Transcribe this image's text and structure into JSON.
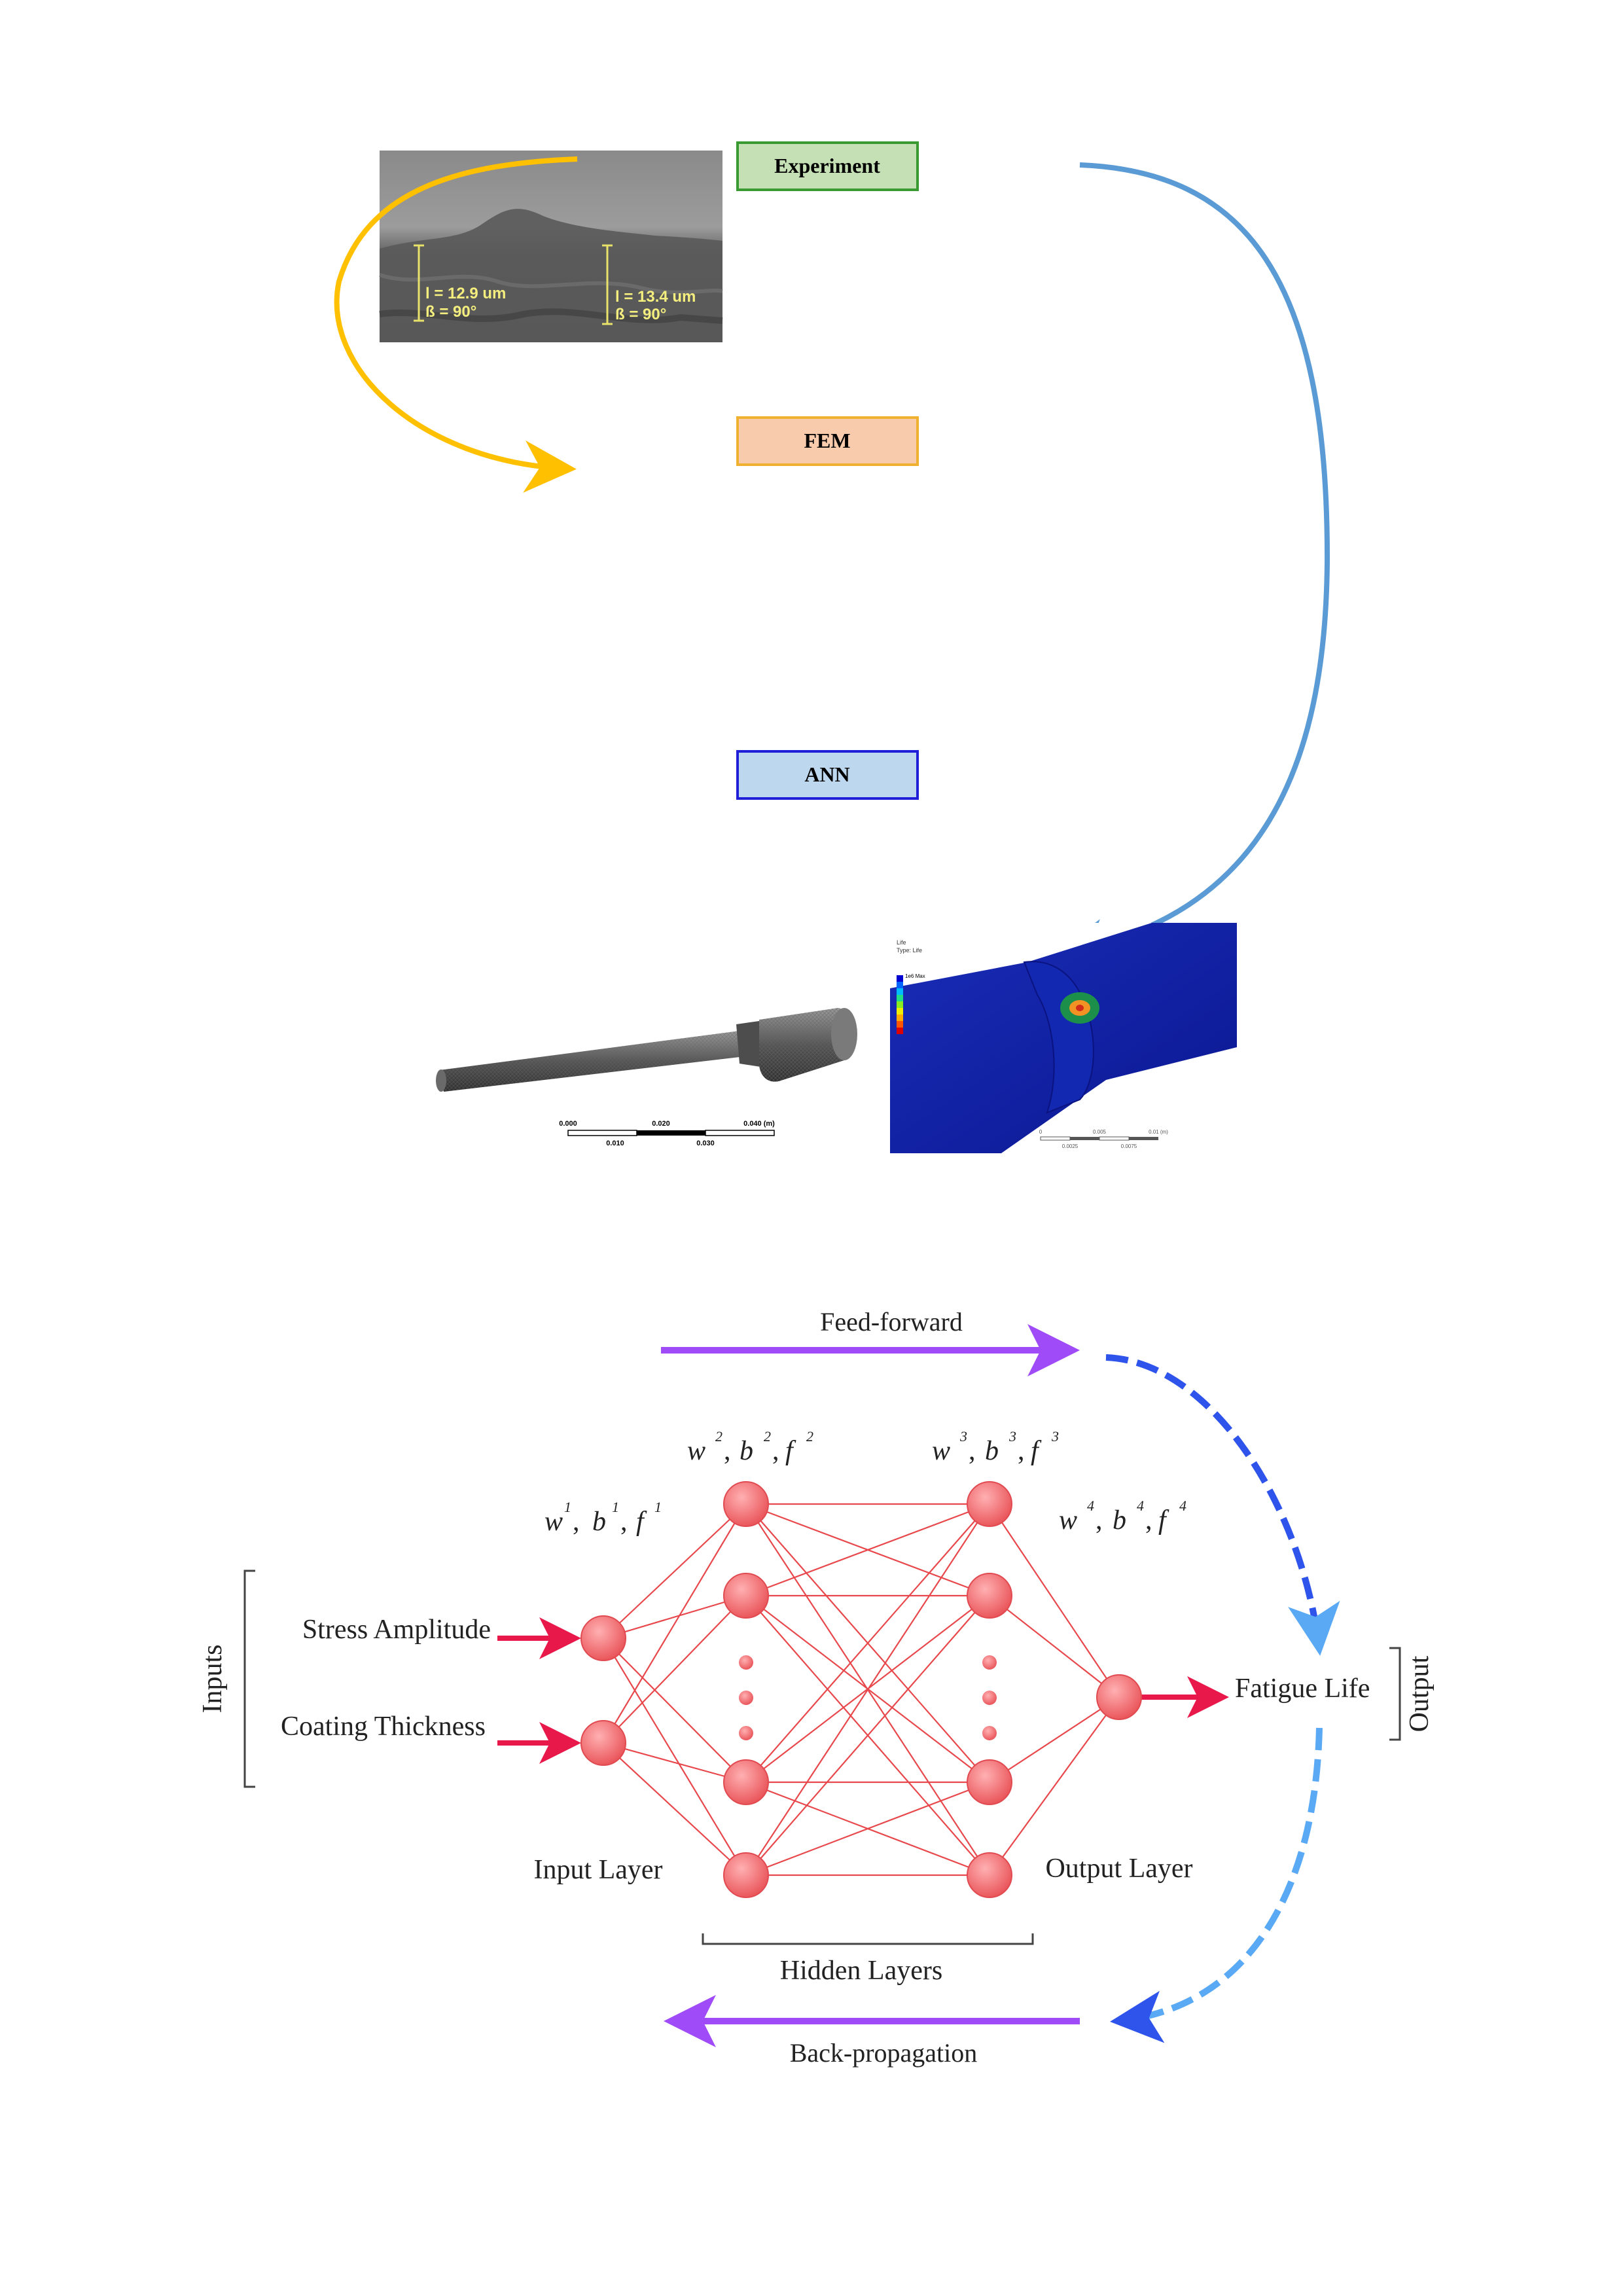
{
  "top_diagram": {
    "boxes": [
      {
        "label": "Experiment",
        "fill": "#c5e0b4",
        "stroke": "#3a9a32"
      },
      {
        "label": "FEM",
        "fill": "#f8cbad",
        "stroke": "#f0b030"
      },
      {
        "label": "ANN",
        "fill": "#bdd7ee",
        "stroke": "#1f1fd8"
      }
    ],
    "sem_image": {
      "label_left_1": "l = 12.9 um",
      "label_left_2": "ß = 90°",
      "label_right_1": "l = 13.4 um",
      "label_right_2": "ß = 90°"
    },
    "mesh_scale": {
      "top_ticks": [
        "0.000",
        "0.020",
        "0.040 (m)"
      ],
      "bottom_ticks": [
        "0.010",
        "0.030"
      ]
    },
    "life_plot": {
      "legend_title_1": "Life",
      "legend_title_2": "Type: Life",
      "legend_max": "1e6 Max",
      "scale_top": [
        "0",
        "0.005",
        "0.01 (m)"
      ],
      "scale_bottom": [
        "0.0025",
        "0.0075"
      ]
    },
    "colors": {
      "yellow_arrow": "#ffc000",
      "blue_arrow": "#5b9bd5"
    }
  },
  "ann_diagram": {
    "feed_forward": "Feed-forward",
    "back_propagation": "Back-propagation",
    "inputs_label": "Inputs",
    "output_label": "Output",
    "input_names": [
      "Stress Amplitude",
      "Coating Thickness"
    ],
    "output_name": "Fatigue Life",
    "input_layer": "Input Layer",
    "output_layer": "Output Layer",
    "hidden_layers": "Hidden Layers",
    "weights": [
      {
        "w": "w",
        "b": "b",
        "f": "f",
        "sup": "1"
      },
      {
        "w": "w",
        "b": "b",
        "f": "f",
        "sup": "2"
      },
      {
        "w": "w",
        "b": "b",
        "f": "f",
        "sup": "3"
      },
      {
        "w": "w",
        "b": "b",
        "f": "f",
        "sup": "4"
      }
    ],
    "colors": {
      "node": "#f0686c",
      "edge": "#e8484c",
      "purple_arrow": "#9f4bf7",
      "dashed_blue": "#2f54eb",
      "dashed_light": "#5aa9f5",
      "input_arrow": "#e8184a"
    }
  }
}
